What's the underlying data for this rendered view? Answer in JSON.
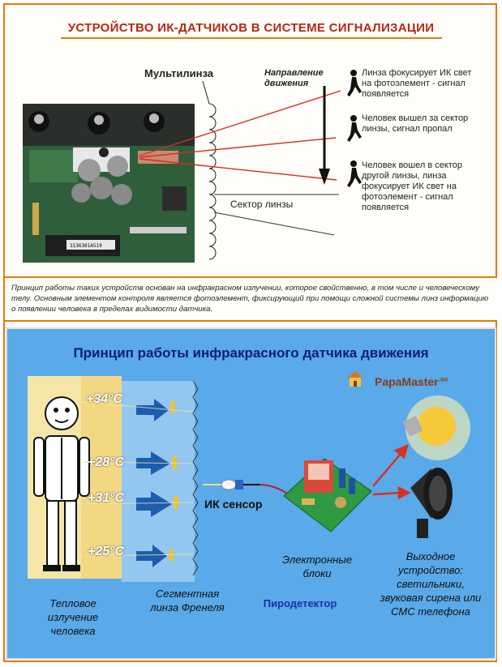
{
  "header": {
    "title": "УСТРОЙСТВО ИК-ДАТЧИКОВ В СИСТЕМЕ СИГНАЛИЗАЦИИ"
  },
  "top_diagram": {
    "multilens_label": "Мультилинза",
    "direction_label": "Направление движения",
    "lens_sector_label": "Сектор линзы",
    "board_marking": "3136301A519",
    "notes": [
      "Линза фокусирует ИК свет на фотоэлемент - сигнал появляется",
      "Человек вышел за сектор линзы, сигнал пропал",
      "Человек вошел в сектор другой линзы, линза фокусирует ИК свет на фотоэлемент - сигнал появляется"
    ]
  },
  "caption": "Принцип работы таких устройств основан на инфракрасном  излучении, которое свойственно, в том числе и человеческому телу. Основным элементом контроля является фотоэлемент, фиксирующий при помощи сложной системы линз  информацию о появлении человека в пределах видимости датчика.",
  "bottom_diagram": {
    "title": "Принцип работы инфракрасного датчика движения",
    "brand": "PapaMaster",
    "brand_suffix": ".su",
    "temperatures": [
      "+34°C",
      "+28°C",
      "+31°C",
      "+25°C"
    ],
    "labels": {
      "thermal": "Тепловое излучение человека",
      "lens": "Сегментная линза Френеля",
      "sensor": "ИК сенсор",
      "electronics": "Электронные блоки",
      "pyro": "Пиродетектор",
      "output": "Выходное устройство: светильники, звуковая сирена или СМС телефона"
    },
    "colors": {
      "panel": "#5aa9e8",
      "title": "#0c1f6e",
      "pyro_label": "#1b2fa8",
      "person_zone": "#f3d98a",
      "arrow_red": "#d83020"
    }
  }
}
